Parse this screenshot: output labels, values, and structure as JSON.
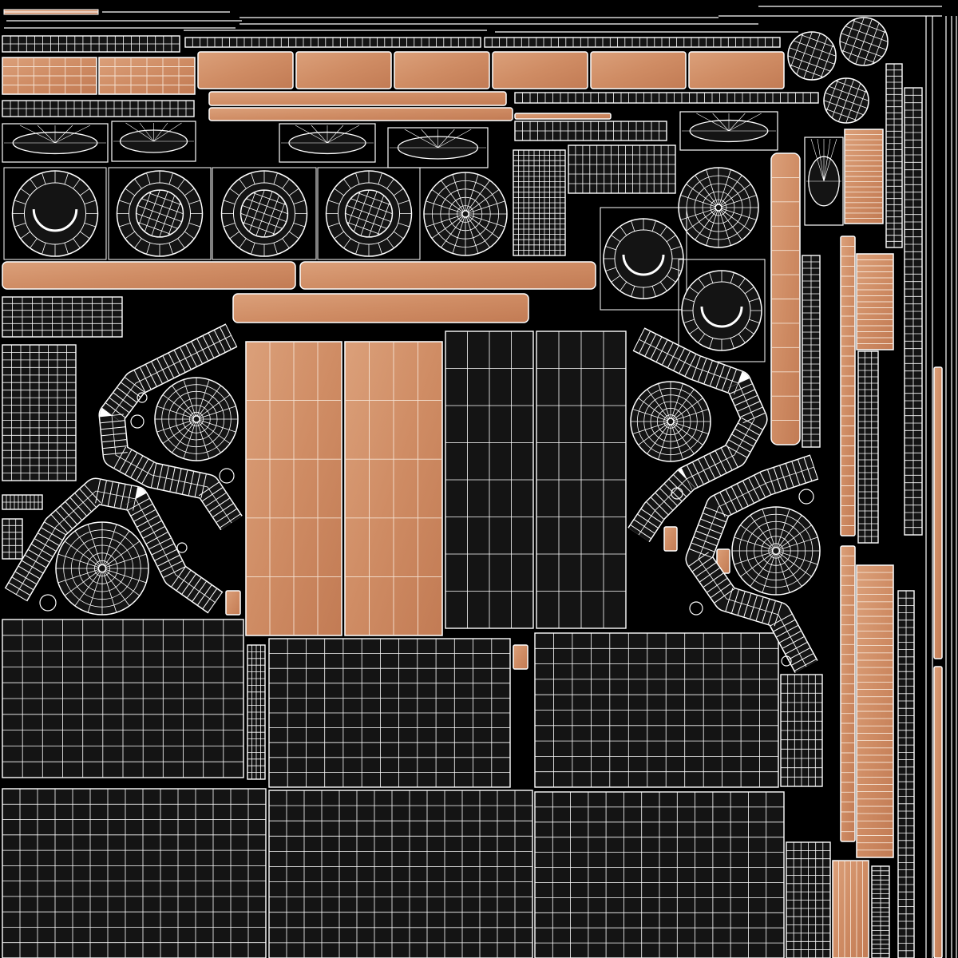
{
  "uv_layout": {
    "colors": {
      "background": "#000000",
      "island_fill": "#141414",
      "wireframe": "#ffffff",
      "wood_light": "#d99a72",
      "wood_dark": "#c27b54"
    },
    "island_groups": [
      "wood-planks-top",
      "vase-rims",
      "sphere-caps",
      "long-wood-boards",
      "wood-panels",
      "dark-panels",
      "curved-tubes",
      "radial-discs",
      "grid-panels-bottom",
      "vertical-strips-right"
    ]
  }
}
